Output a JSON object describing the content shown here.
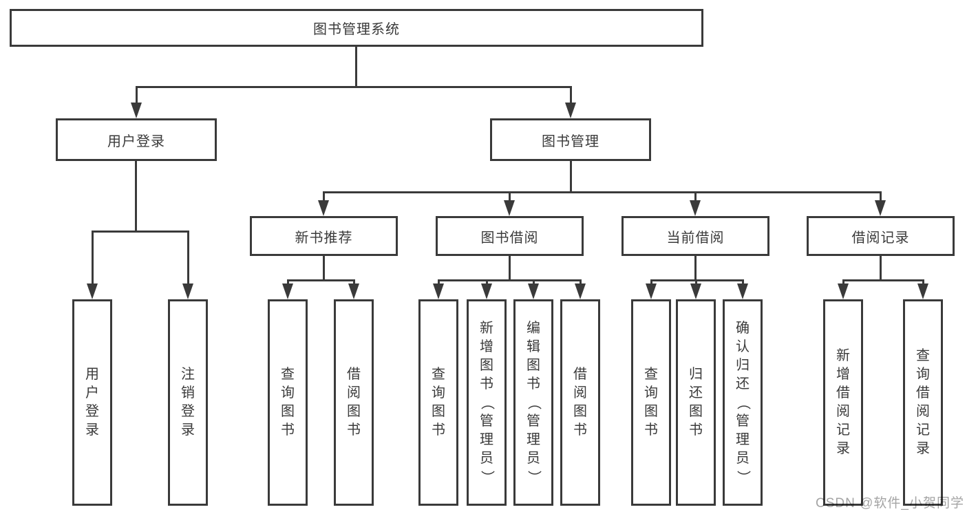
{
  "diagram": {
    "type": "hierarchy-tree",
    "title": "图书管理系统",
    "watermark": "CSDN @软件_小贺同学",
    "colors": {
      "line": "#3a3a3a",
      "box_border": "#3a3a3a",
      "box_fill": "#ffffff",
      "text": "#3a3a3a",
      "watermark": "#949494"
    },
    "nodes": {
      "root": "图书管理系统",
      "user_login": "用户登录",
      "book_mgmt": "图书管理",
      "new_book_rec": "新书推荐",
      "book_borrow": "图书借阅",
      "current_borrow": "当前借阅",
      "borrow_records": "借阅记录"
    },
    "edges": {
      "root_children": [
        "用户登录",
        "图书管理"
      ],
      "book_mgmt_children": [
        "新书推荐",
        "图书借阅",
        "当前借阅",
        "借阅记录"
      ]
    },
    "leaves": [
      {
        "parent": "用户登录",
        "label": "用户登录"
      },
      {
        "parent": "用户登录",
        "label": "注销登录"
      },
      {
        "parent": "新书推荐",
        "label": "查询图书"
      },
      {
        "parent": "新书推荐",
        "label": "借阅图书"
      },
      {
        "parent": "图书借阅",
        "label": "查询图书"
      },
      {
        "parent": "图书借阅",
        "label": "新增图书（管理员）"
      },
      {
        "parent": "图书借阅",
        "label": "编辑图书（管理员）"
      },
      {
        "parent": "图书借阅",
        "label": "借阅图书"
      },
      {
        "parent": "当前借阅",
        "label": "查询图书"
      },
      {
        "parent": "当前借阅",
        "label": "归还图书"
      },
      {
        "parent": "当前借阅",
        "label": "确认归还（管理员）"
      },
      {
        "parent": "借阅记录",
        "label": "新增借阅记录"
      },
      {
        "parent": "借阅记录",
        "label": "查询借阅记录"
      }
    ]
  }
}
